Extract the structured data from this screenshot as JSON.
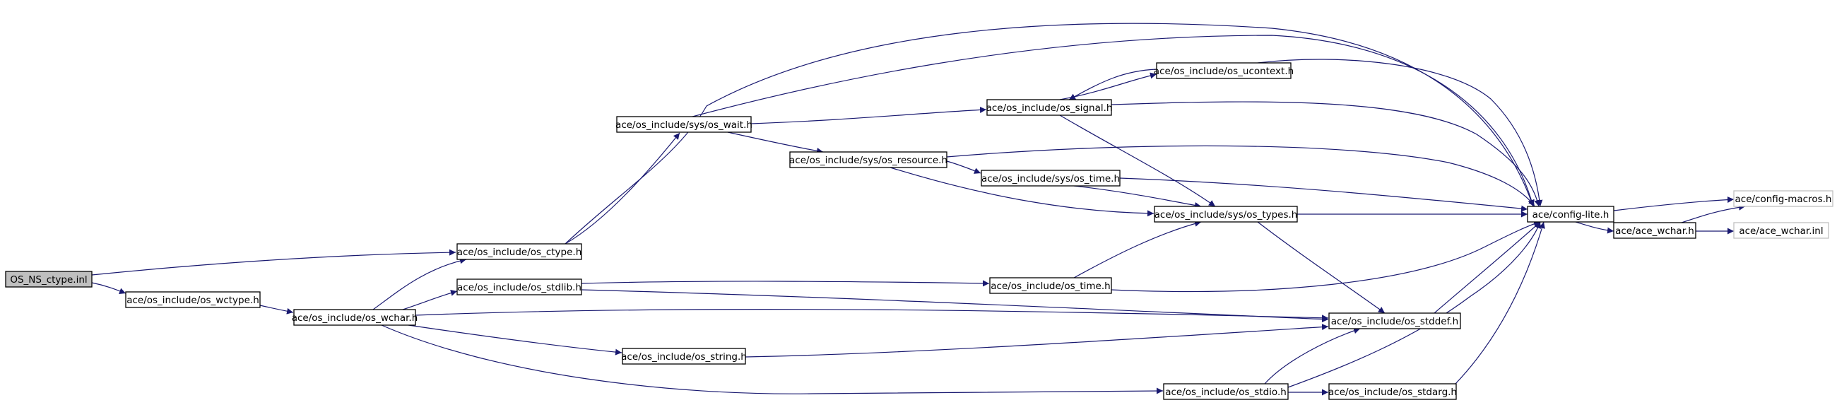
{
  "diagram": {
    "nodes": [
      {
        "id": "root",
        "label": "OS_NS_ctype.inl"
      },
      {
        "id": "os_wctype",
        "label": "ace/os_include/os_wctype.h"
      },
      {
        "id": "os_wchar",
        "label": "ace/os_include/os_wchar.h"
      },
      {
        "id": "os_ctype",
        "label": "ace/os_include/os_ctype.h"
      },
      {
        "id": "os_stdlib",
        "label": "ace/os_include/os_stdlib.h"
      },
      {
        "id": "os_wait",
        "label": "ace/os_include/sys/os_wait.h"
      },
      {
        "id": "os_resource",
        "label": "ace/os_include/sys/os_resource.h"
      },
      {
        "id": "os_signal",
        "label": "ace/os_include/os_signal.h"
      },
      {
        "id": "os_ucontext",
        "label": "ace/os_include/os_ucontext.h"
      },
      {
        "id": "os_systime",
        "label": "ace/os_include/sys/os_time.h"
      },
      {
        "id": "os_types",
        "label": "ace/os_include/sys/os_types.h"
      },
      {
        "id": "os_time",
        "label": "ace/os_include/os_time.h"
      },
      {
        "id": "os_string",
        "label": "ace/os_include/os_string.h"
      },
      {
        "id": "os_stdio",
        "label": "ace/os_include/os_stdio.h"
      },
      {
        "id": "os_stddef",
        "label": "ace/os_include/os_stddef.h"
      },
      {
        "id": "os_stdarg",
        "label": "ace/os_include/os_stdarg.h"
      },
      {
        "id": "config_lite",
        "label": "ace/config-lite.h"
      },
      {
        "id": "ace_wchar_h",
        "label": "ace/ace_wchar.h"
      },
      {
        "id": "config_macros",
        "label": "ace/config-macros.h"
      },
      {
        "id": "ace_wchar_inl",
        "label": "ace/ace_wchar.inl"
      }
    ],
    "edges": [
      {
        "from": "root",
        "to": "os_ctype"
      },
      {
        "from": "root",
        "to": "os_wctype"
      },
      {
        "from": "os_wctype",
        "to": "os_wchar"
      },
      {
        "from": "os_wchar",
        "to": "os_ctype"
      },
      {
        "from": "os_wchar",
        "to": "os_stdlib"
      },
      {
        "from": "os_wchar",
        "to": "os_string"
      },
      {
        "from": "os_wchar",
        "to": "os_stdio"
      },
      {
        "from": "os_wchar",
        "to": "os_stddef"
      },
      {
        "from": "os_ctype",
        "to": "os_wait"
      },
      {
        "from": "os_ctype",
        "to": "config_lite"
      },
      {
        "from": "os_stdlib",
        "to": "os_time"
      },
      {
        "from": "os_stdlib",
        "to": "os_stddef"
      },
      {
        "from": "os_wait",
        "to": "config_lite"
      },
      {
        "from": "os_wait",
        "to": "os_signal"
      },
      {
        "from": "os_wait",
        "to": "os_resource"
      },
      {
        "from": "os_signal",
        "to": "os_ucontext"
      },
      {
        "from": "os_ucontext",
        "to": "os_signal"
      },
      {
        "from": "os_ucontext",
        "to": "config_lite"
      },
      {
        "from": "os_signal",
        "to": "config_lite"
      },
      {
        "from": "os_signal",
        "to": "os_types"
      },
      {
        "from": "os_resource",
        "to": "config_lite"
      },
      {
        "from": "os_resource",
        "to": "os_systime"
      },
      {
        "from": "os_resource",
        "to": "os_types"
      },
      {
        "from": "os_systime",
        "to": "config_lite"
      },
      {
        "from": "os_systime",
        "to": "os_types"
      },
      {
        "from": "os_types",
        "to": "config_lite"
      },
      {
        "from": "os_types",
        "to": "os_stddef"
      },
      {
        "from": "os_time",
        "to": "os_types"
      },
      {
        "from": "os_time",
        "to": "config_lite"
      },
      {
        "from": "os_string",
        "to": "os_stddef"
      },
      {
        "from": "os_stdio",
        "to": "os_stddef"
      },
      {
        "from": "os_stdio",
        "to": "config_lite"
      },
      {
        "from": "os_stdio",
        "to": "os_stdarg"
      },
      {
        "from": "os_stdarg",
        "to": "config_lite"
      },
      {
        "from": "os_stddef",
        "to": "config_lite"
      },
      {
        "from": "config_lite",
        "to": "config_macros"
      },
      {
        "from": "config_lite",
        "to": "ace_wchar_h"
      },
      {
        "from": "ace_wchar_h",
        "to": "config_macros"
      },
      {
        "from": "ace_wchar_h",
        "to": "ace_wchar_inl"
      }
    ],
    "colors": {
      "edge": "#191970",
      "node_border": "#000000",
      "root_fill": "#bfbfbf",
      "external_border": "#c0c0c0"
    }
  }
}
